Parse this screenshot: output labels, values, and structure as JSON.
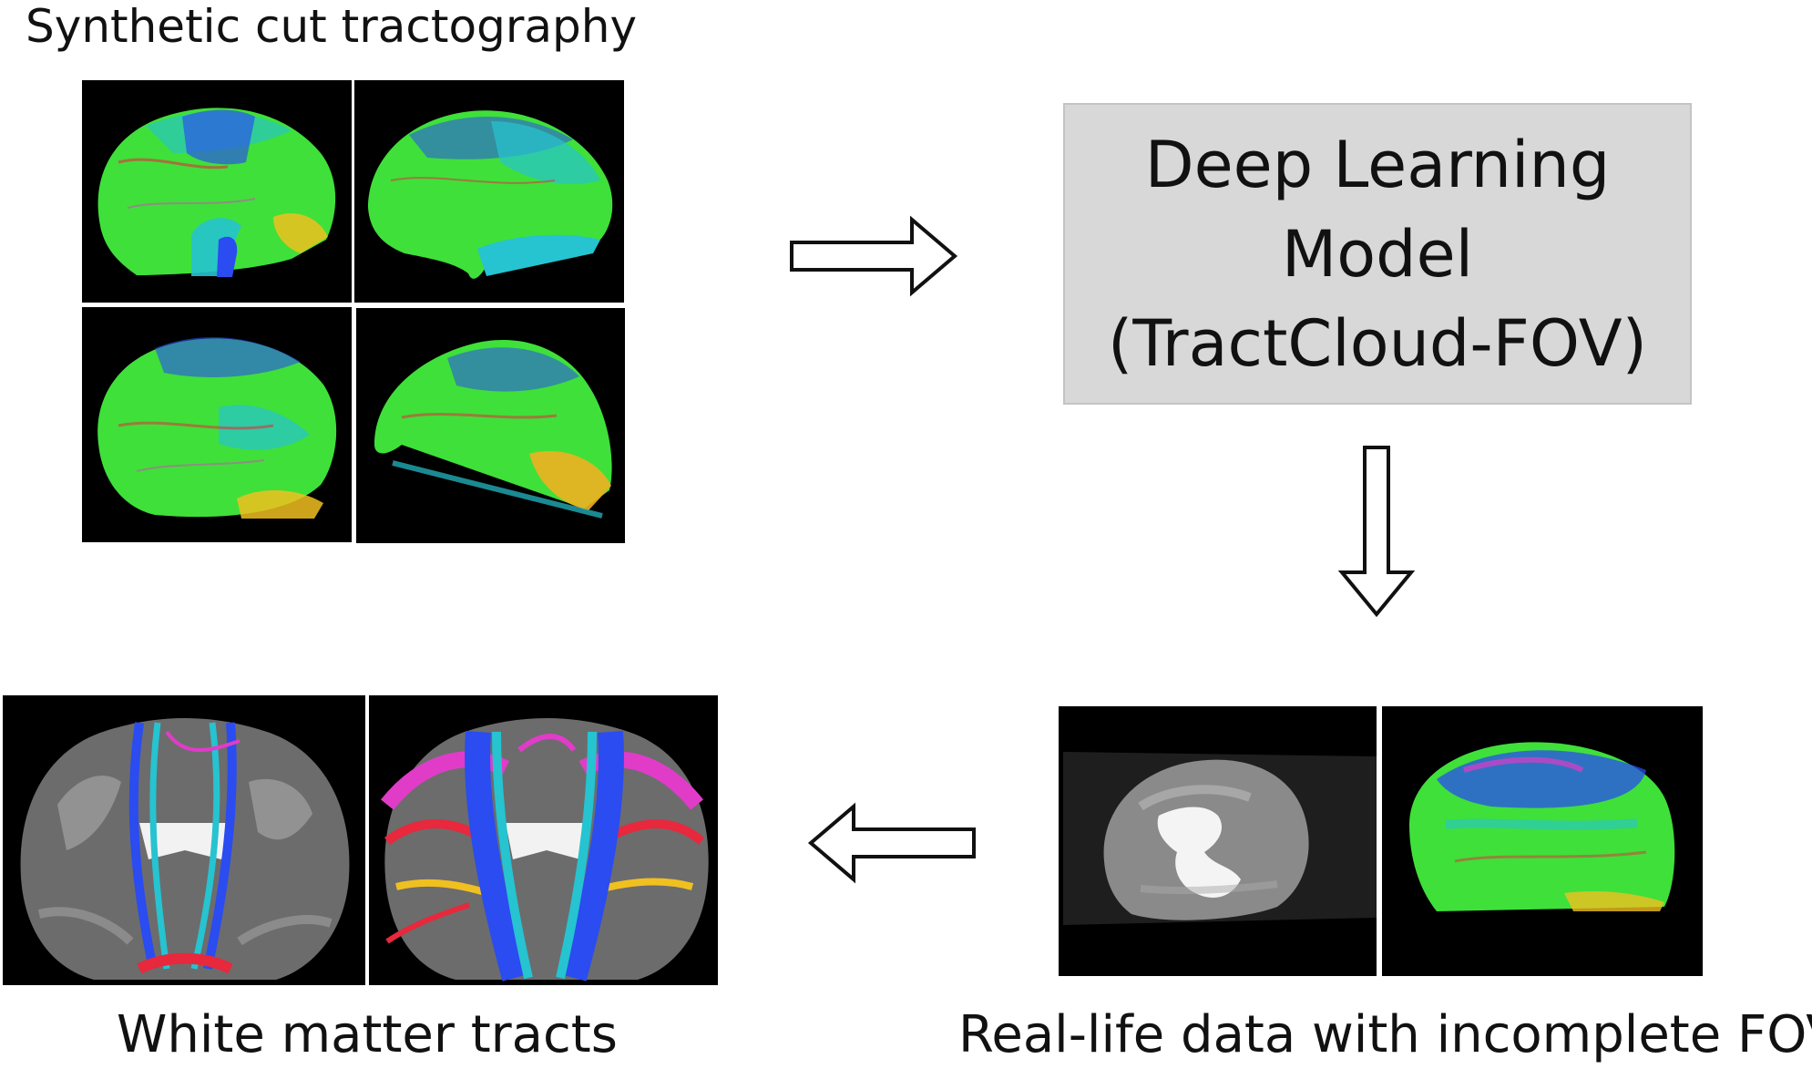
{
  "labels": {
    "synthetic": "Synthetic cut tractography",
    "white_matter": "White matter tracts",
    "real_life": "Real-life data with incomplete FOV"
  },
  "model": {
    "line1": "Deep Learning",
    "line2": "Model",
    "line3": "(TractCloud-FOV)"
  },
  "colors": {
    "model_box": "#d8d8d8",
    "panel_bg": "#000000",
    "arrow_stroke": "#111111",
    "tract_green": "#3fe03a",
    "tract_blue": "#2a4cf0",
    "tract_cyan": "#26c3d0",
    "tract_red": "#e8283c",
    "tract_magenta": "#e03cc8"
  }
}
